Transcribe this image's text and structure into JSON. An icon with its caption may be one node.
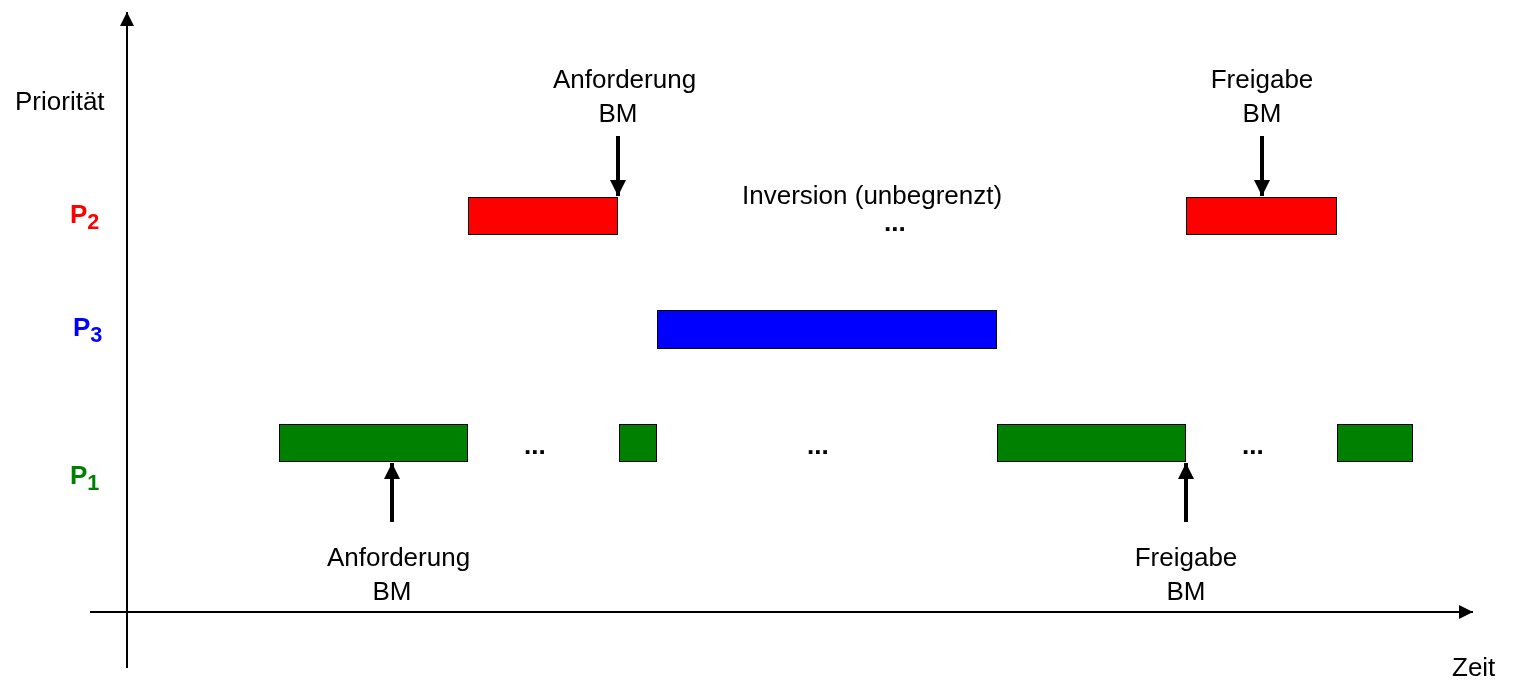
{
  "diagram": {
    "nodes": [
      {
        "text": [],
        "shape": "bar"
      },
      {
        "text": [],
        "shape": "bar"
      },
      {
        "text": [],
        "shape": "bar"
      },
      {
        "text": [],
        "shape": "bar"
      },
      {
        "text": [],
        "shape": "bar"
      },
      {
        "text": [],
        "shape": "bar"
      },
      {
        "text": [],
        "shape": "bar"
      },
      {
        "text": [
          "Anforderung BM"
        ]
      },
      {
        "text": [
          "Freigabe BM"
        ]
      },
      {
        "text": [
          "Anforderung BM"
        ]
      },
      {
        "text": [
          "Freigabe BM"
        ]
      }
    ],
    "edges": [
      {
        "from": 7,
        "to": 0,
        "arrow": "to"
      },
      {
        "from": 8,
        "to": 1,
        "arrow": "to"
      },
      {
        "from": 9,
        "to": 3,
        "arrow": "to"
      },
      {
        "from": 10,
        "to": 5,
        "arrow": "to"
      }
    ],
    "labels": [
      "Priorität",
      "P$_{2}$",
      "Inversion (unbegrenzt)",
      "...",
      "P$_{3}$",
      "...",
      "...",
      "...",
      "P$_{1}$",
      "Zeit"
    ]
  }
}
